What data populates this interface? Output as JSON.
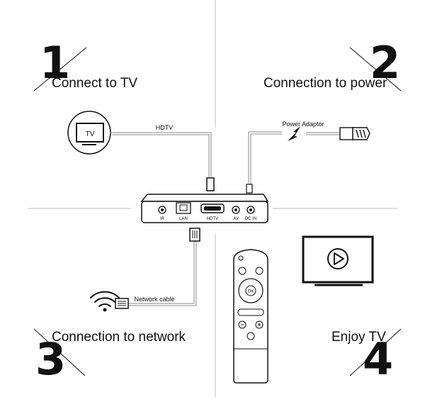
{
  "steps": {
    "s1": {
      "number": "1",
      "label": "Connect to TV"
    },
    "s2": {
      "number": "2",
      "label": "Connection to power"
    },
    "s3": {
      "number": "3",
      "label": "Connection to network"
    },
    "s4": {
      "number": "4",
      "label": "Enjoy TV"
    }
  },
  "tv": {
    "label": "TV"
  },
  "cables": {
    "hdtv": "HDTV",
    "power": "Power Adaptor",
    "network": "Network cable"
  },
  "box_ports": {
    "ir": "IR",
    "lan": "LAN",
    "hdtv": "HDTV",
    "av": "AV",
    "dc": "DC IN"
  },
  "remote": {
    "ok": "OK"
  },
  "colors": {
    "ink": "#111111",
    "guide": "#bdbdbd",
    "cable": "#8a8a8a"
  }
}
